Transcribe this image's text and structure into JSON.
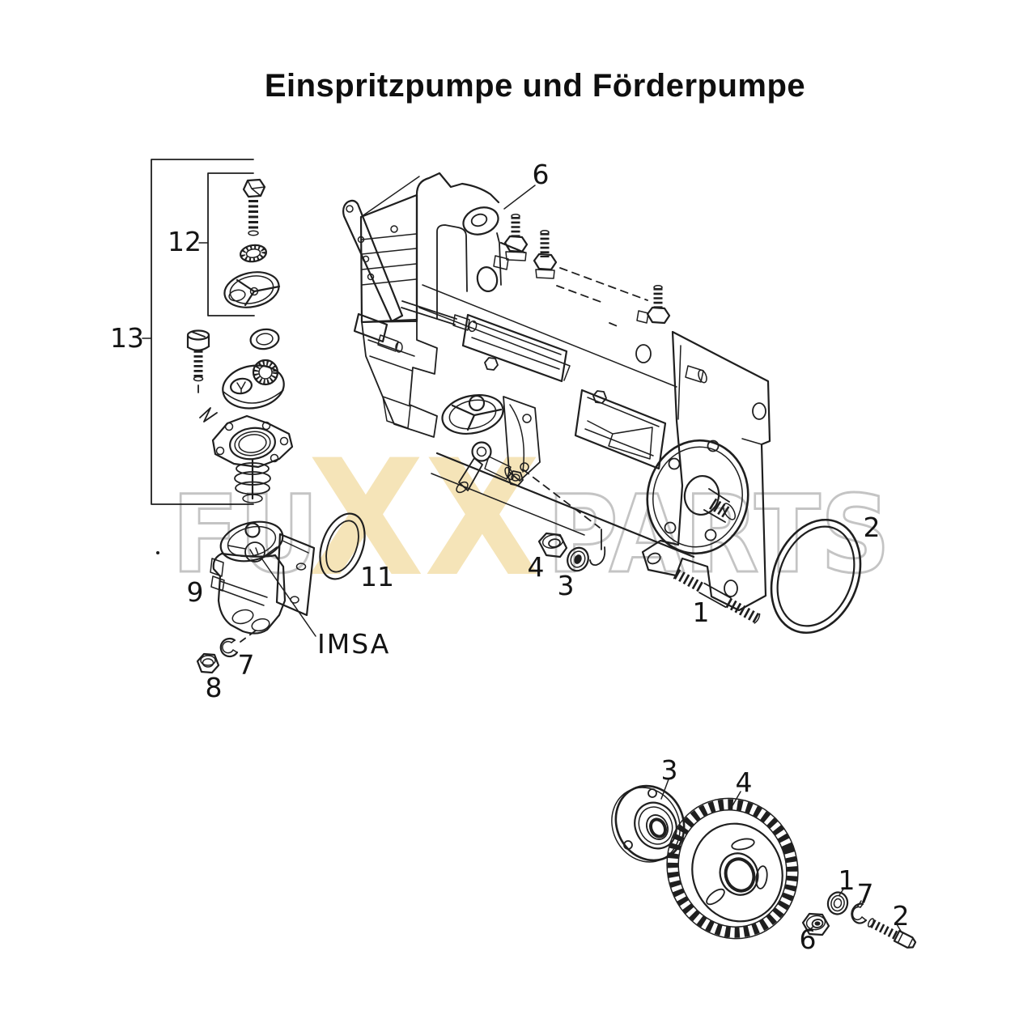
{
  "title": "Einspritzpumpe und Förderpumpe",
  "watermark": {
    "part1": "FU",
    "part2": "XX",
    "part3": "PARTS"
  },
  "colors": {
    "line": "#1f1f1f",
    "wm-gray": "#c4c4c4",
    "wm-beige": "#f5e4b8"
  },
  "callouts": [
    {
      "id": "six-top",
      "text": "6"
    },
    {
      "id": "twelve",
      "text": "12"
    },
    {
      "id": "thirteen",
      "text": "13"
    },
    {
      "id": "nine",
      "text": "9"
    },
    {
      "id": "imsa",
      "text": "IMSA"
    },
    {
      "id": "seven-top",
      "text": "7"
    },
    {
      "id": "eight",
      "text": "8"
    },
    {
      "id": "eleven",
      "text": "11"
    },
    {
      "id": "four-top",
      "text": "4"
    },
    {
      "id": "three-top",
      "text": "3"
    },
    {
      "id": "one-top",
      "text": "1"
    },
    {
      "id": "two-top",
      "text": "2"
    },
    {
      "id": "three-bottom",
      "text": "3"
    },
    {
      "id": "four-bottom",
      "text": "4"
    },
    {
      "id": "one-bottom",
      "text": "1"
    },
    {
      "id": "seven-bottom",
      "text": "7"
    },
    {
      "id": "six-bottom",
      "text": "6"
    },
    {
      "id": "two-bottom",
      "text": "2"
    }
  ]
}
